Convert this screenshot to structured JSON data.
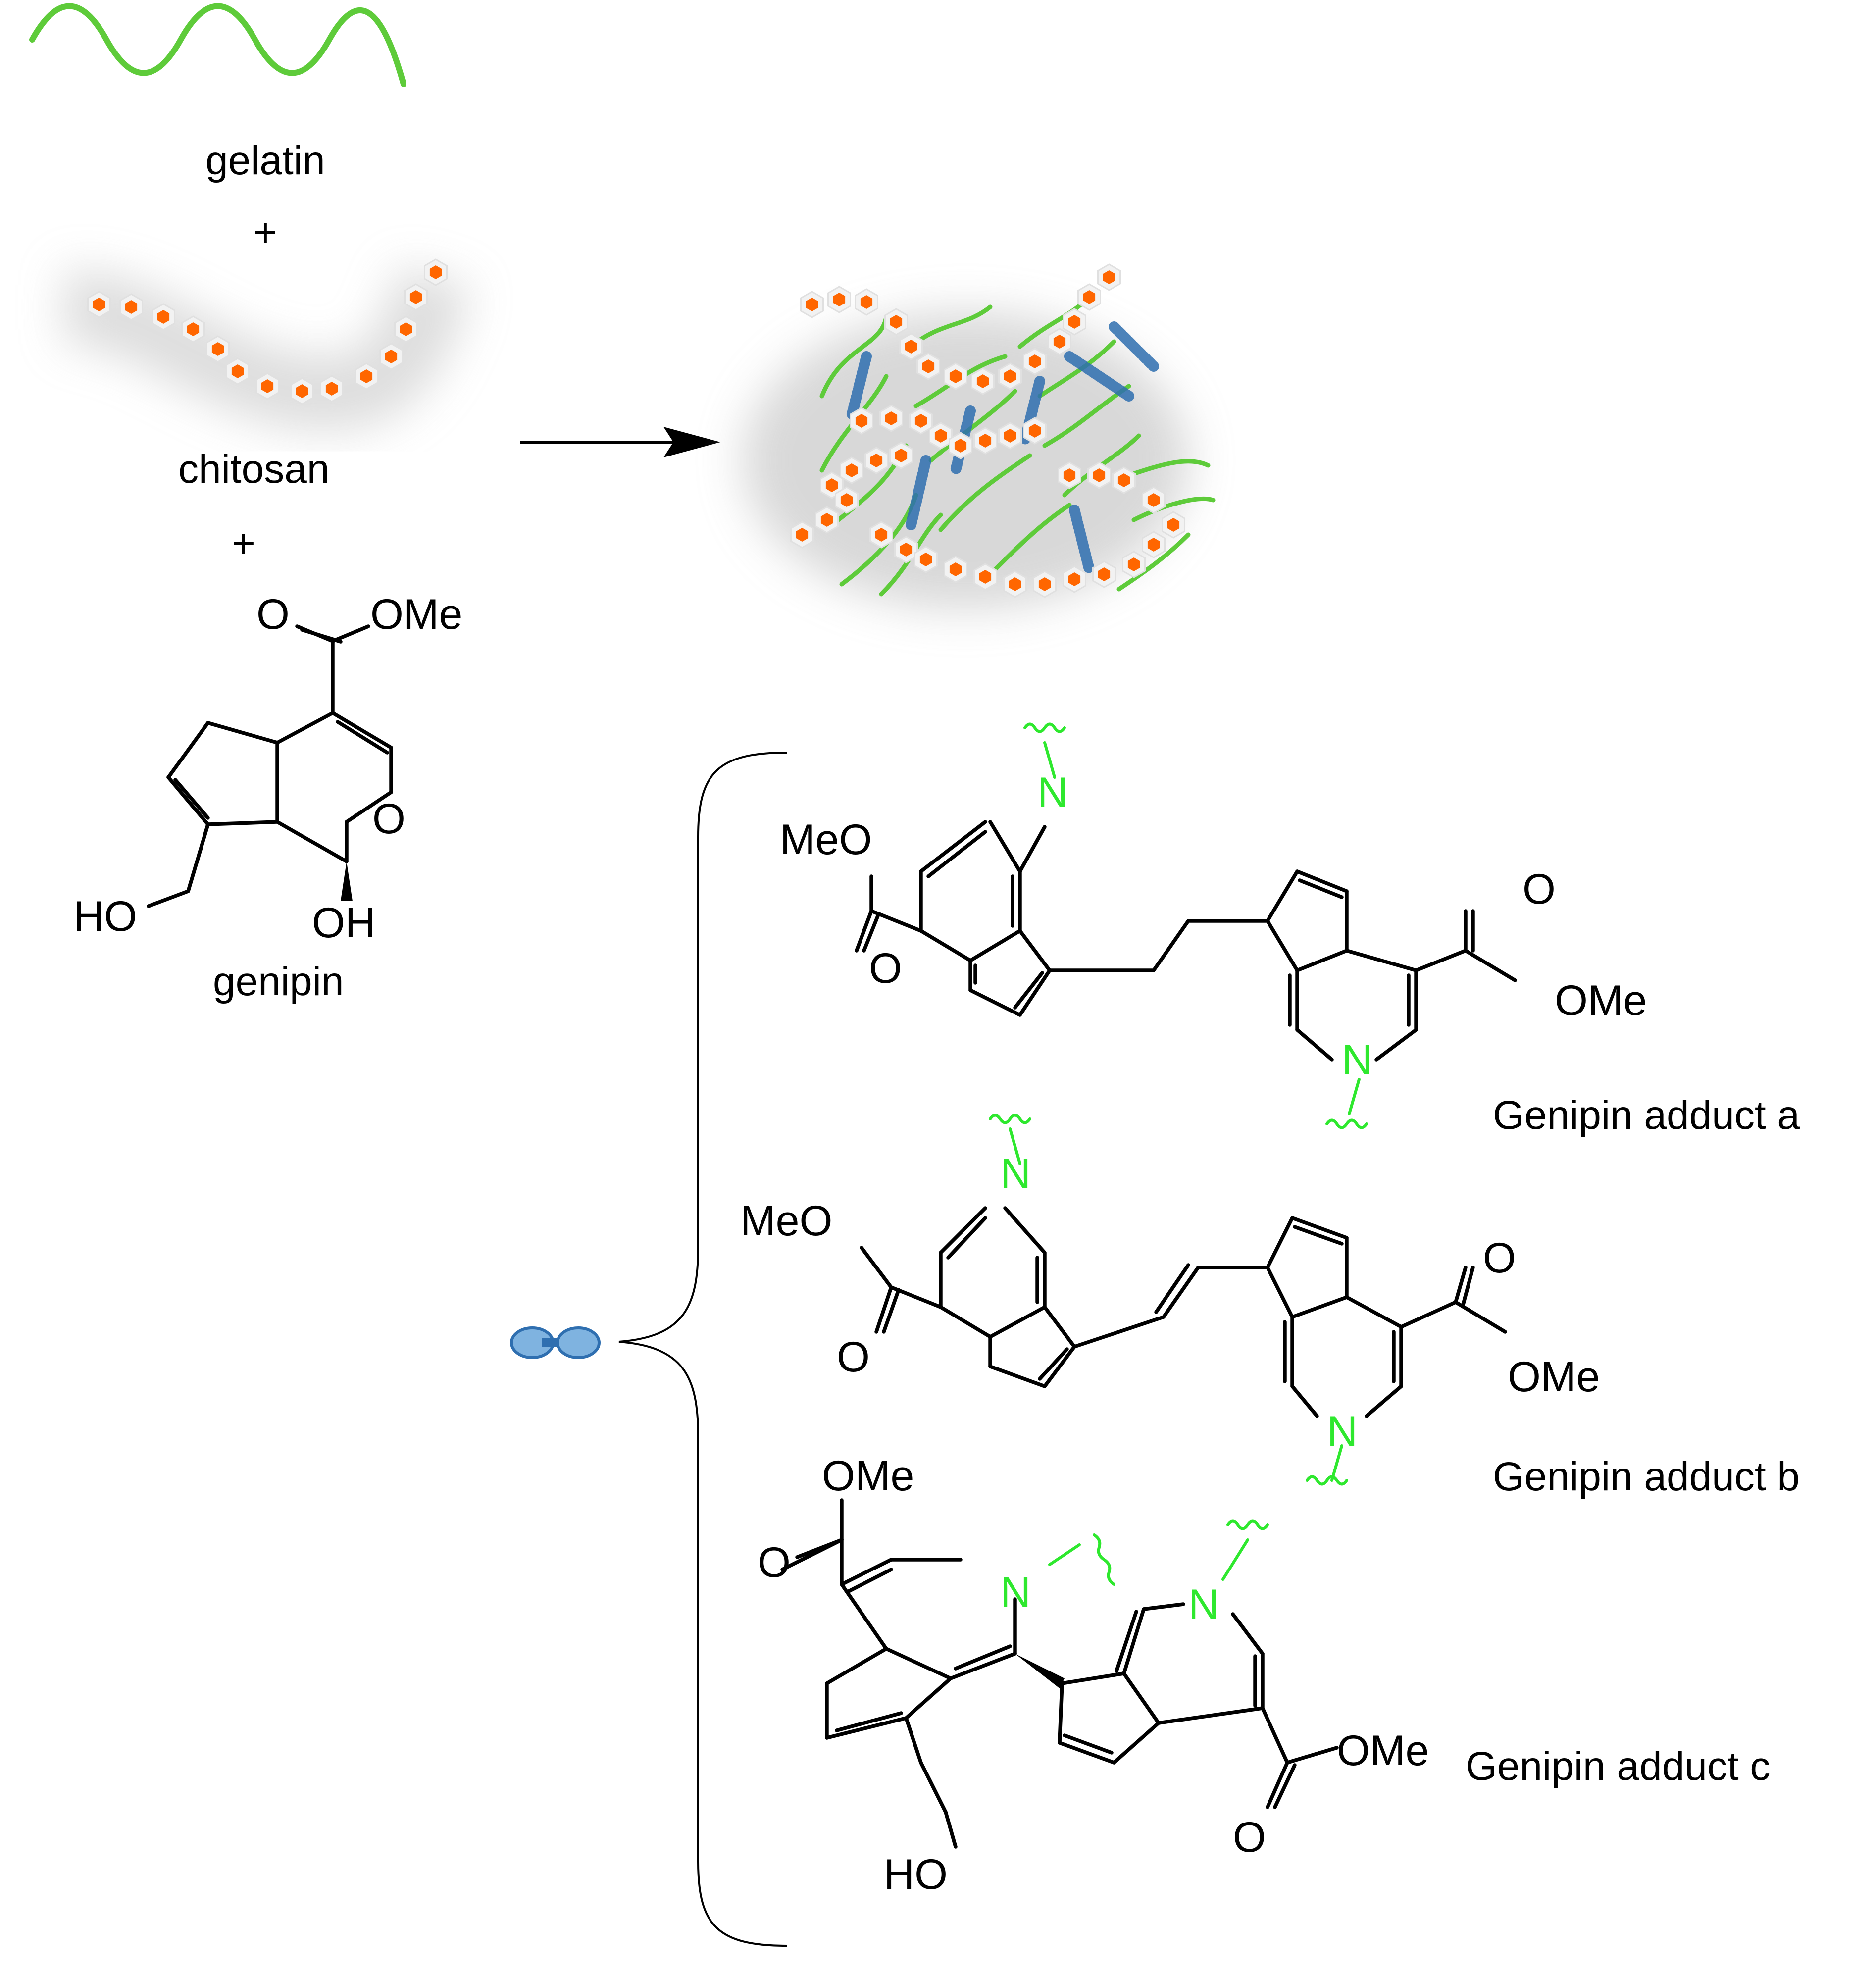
{
  "labels": {
    "gelatin": "gelatin",
    "chitosan": "chitosan",
    "genipin": "genipin",
    "plus": "+",
    "adduct_a": "Genipin adduct a",
    "adduct_b": "Genipin adduct b",
    "adduct_c": "Genipin adduct c"
  },
  "atoms": {
    "O": "O",
    "OMe": "OMe",
    "MeO": "MeO",
    "HO": "HO",
    "OH": "OH",
    "N": "N"
  },
  "colors": {
    "gelatin_green": "#5ecb3a",
    "chitosan_orange": "#ff6600",
    "crosslink_blue": "#2f6fb0",
    "nitrogen_green": "#2ee82e",
    "arrow": "#000000"
  }
}
